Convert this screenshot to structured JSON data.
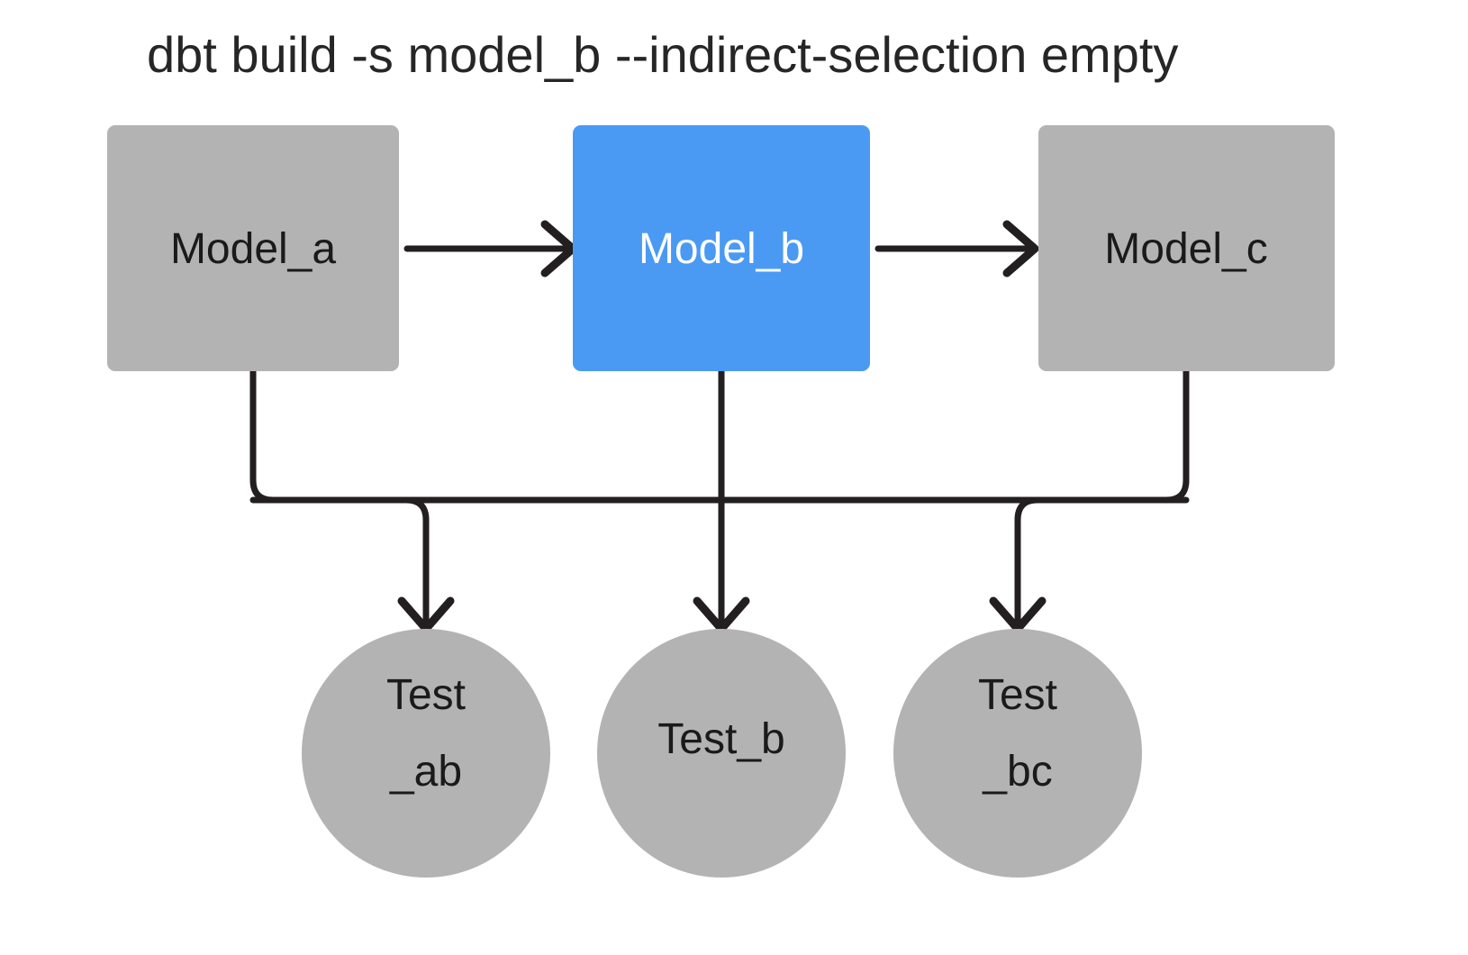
{
  "title": "dbt build -s model_b --indirect-selection empty",
  "theme": {
    "background": "#ffffff",
    "node_gray": "#b3b3b3",
    "node_blue": "#4a9af4",
    "edge_color": "#231f20",
    "text_dark": "#1a1a1a",
    "text_light": "#ffffff",
    "title_color": "#262626"
  },
  "models": [
    {
      "id": "model-a",
      "label": "Model_a",
      "shape": "rectangle",
      "state": "unselected",
      "fill": "#b3b3b3",
      "text_color": "#1a1a1a"
    },
    {
      "id": "model-b",
      "label": "Model_b",
      "shape": "rectangle",
      "state": "selected",
      "fill": "#4a9af4",
      "text_color": "#ffffff"
    },
    {
      "id": "model-c",
      "label": "Model_c",
      "shape": "rectangle",
      "state": "unselected",
      "fill": "#b3b3b3",
      "text_color": "#1a1a1a"
    }
  ],
  "tests": [
    {
      "id": "test-ab",
      "label_line1": "Test",
      "label_line2": "_ab",
      "label": "Test_ab",
      "shape": "circle",
      "state": "unselected",
      "fill": "#b3b3b3",
      "text_color": "#1a1a1a"
    },
    {
      "id": "test-b",
      "label_line1": "Test_b",
      "label_line2": "",
      "label": "Test_b",
      "shape": "circle",
      "state": "unselected",
      "fill": "#b3b3b3",
      "text_color": "#1a1a1a"
    },
    {
      "id": "test-bc",
      "label_line1": "Test",
      "label_line2": "_bc",
      "label": "Test_bc",
      "shape": "circle",
      "state": "unselected",
      "fill": "#b3b3b3",
      "text_color": "#1a1a1a"
    }
  ],
  "edges": [
    {
      "id": "edge-a-b",
      "from": "model-a",
      "to": "model-b",
      "direction": "horizontal"
    },
    {
      "id": "edge-b-c",
      "from": "model-b",
      "to": "model-c",
      "direction": "horizontal"
    },
    {
      "id": "edge-a-bus",
      "from": "model-a",
      "to": "test-bus",
      "direction": "vertical"
    },
    {
      "id": "edge-b-bus",
      "from": "model-b",
      "to": "test-bus",
      "direction": "vertical"
    },
    {
      "id": "edge-c-bus",
      "from": "model-c",
      "to": "test-bus",
      "direction": "vertical"
    },
    {
      "id": "edge-bus-test-ab",
      "from": "test-bus",
      "to": "test-ab",
      "direction": "vertical"
    },
    {
      "id": "edge-bus-test-b",
      "from": "test-bus",
      "to": "test-b",
      "direction": "vertical"
    },
    {
      "id": "edge-bus-test-bc",
      "from": "test-bus",
      "to": "test-bc",
      "direction": "vertical"
    }
  ]
}
